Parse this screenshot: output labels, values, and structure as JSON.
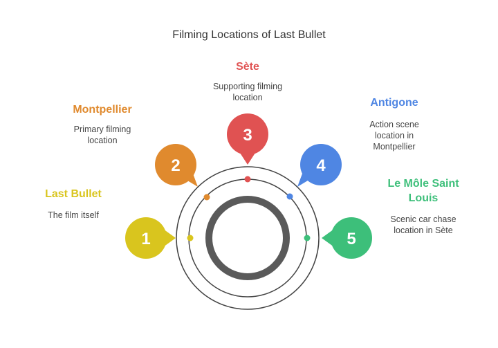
{
  "title": "Filming Locations of Last Bullet",
  "items": [
    {
      "number": "1",
      "heading": "Last Bullet",
      "description": "The film itself",
      "color": "#D9C51E"
    },
    {
      "number": "2",
      "heading": "Montpellier",
      "description": "Primary filming location",
      "color": "#E08A2E"
    },
    {
      "number": "3",
      "heading": "Sète",
      "description": "Supporting filming location",
      "color": "#E05252"
    },
    {
      "number": "4",
      "heading": "Antigone",
      "description": "Action scene location in Montpellier",
      "color": "#4F86E3"
    },
    {
      "number": "5",
      "heading": "Le Môle Saint Louis",
      "description": "Scenic car chase location in Sète",
      "color": "#3DBF7A"
    }
  ],
  "center_ring_color": "#5A5A5A"
}
